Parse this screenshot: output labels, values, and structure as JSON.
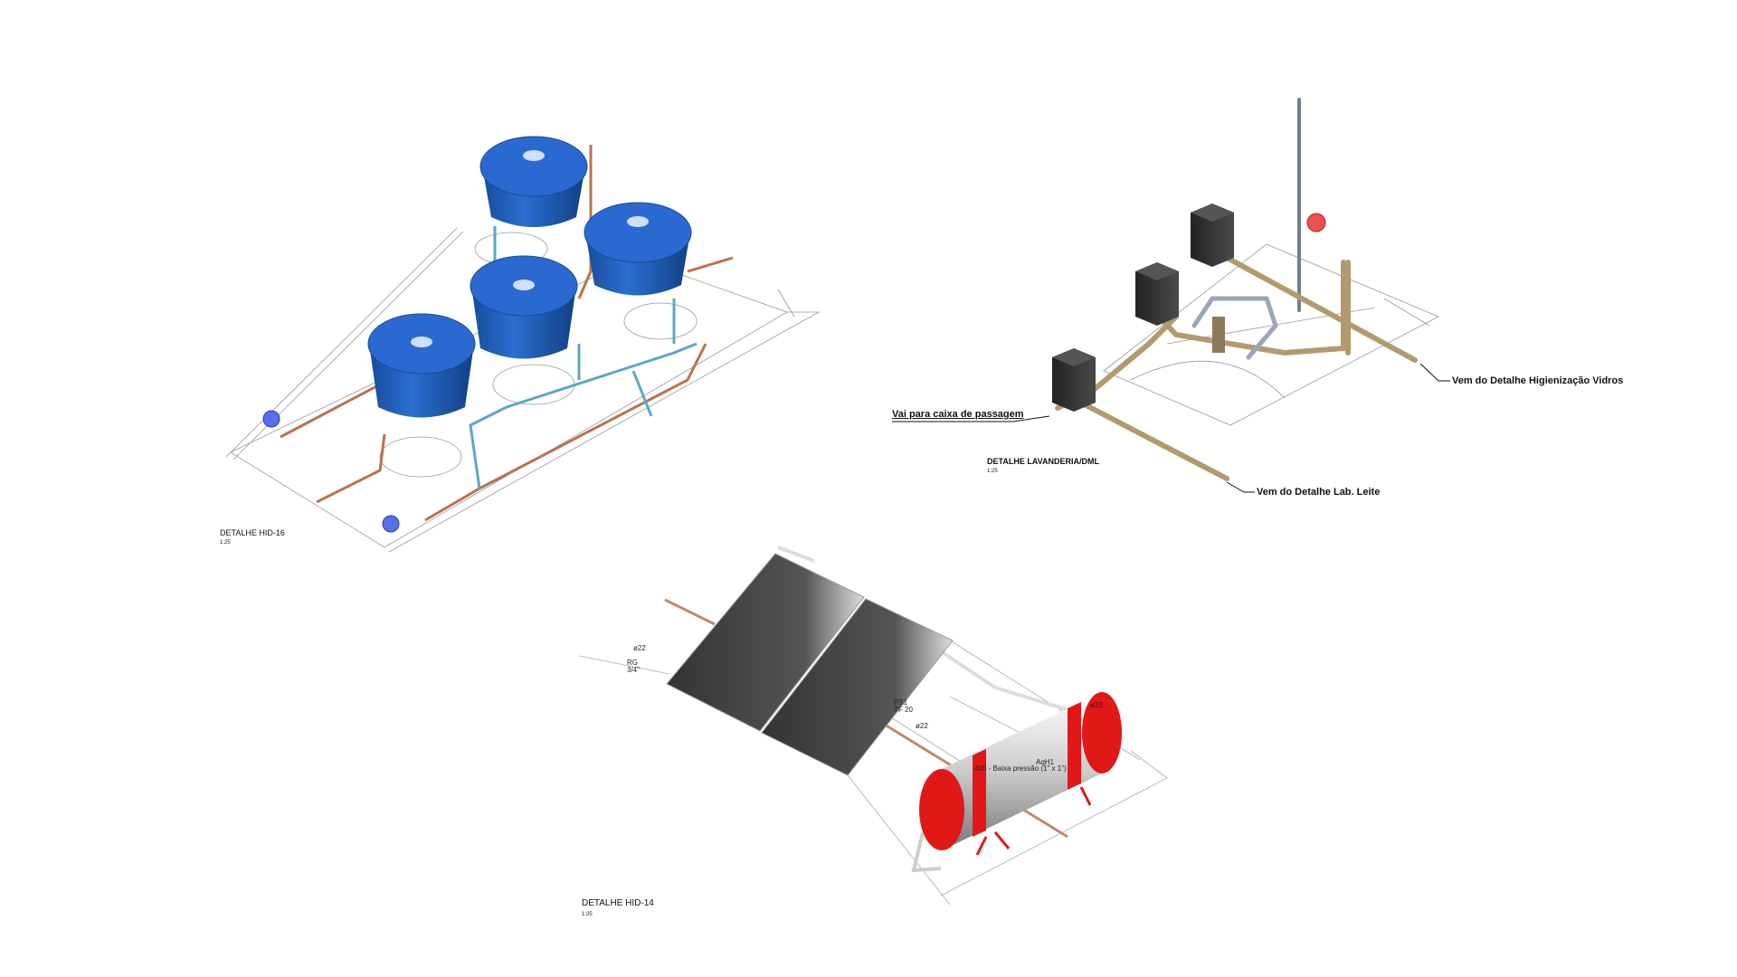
{
  "details": {
    "hid16": {
      "title": "DETALHE HID-16",
      "scale": "1:25"
    },
    "lavanderia": {
      "title": "DETALHE LAVANDERIA/DML",
      "scale": "1:25",
      "callouts": {
        "to_box": "Vai para caixa de passagem",
        "from_glass": "Vem do Detalhe Higienização Vidros",
        "from_lab": "Vem do Detalhe Lab. Leite"
      }
    },
    "hid14": {
      "title": "DETALHE HID-14",
      "scale": "1:25",
      "panel_tag": "PS1",
      "panel_sub": "TF 20",
      "heater_tag": "AqH1",
      "heater_desc": "400 - Baixa pressão (1\" x 1\")",
      "rg_label": "RG",
      "rg_size": "3/4\"",
      "pipe_size": "ø22"
    }
  },
  "colors": {
    "tank_blue": "#1f5fb8",
    "pipe_copper": "#b8734e",
    "pipe_tan": "#b39a6e",
    "box_dark": "#3a3a3a",
    "heater_red": "#e01818",
    "panel_dark": "#3b3b3b"
  }
}
